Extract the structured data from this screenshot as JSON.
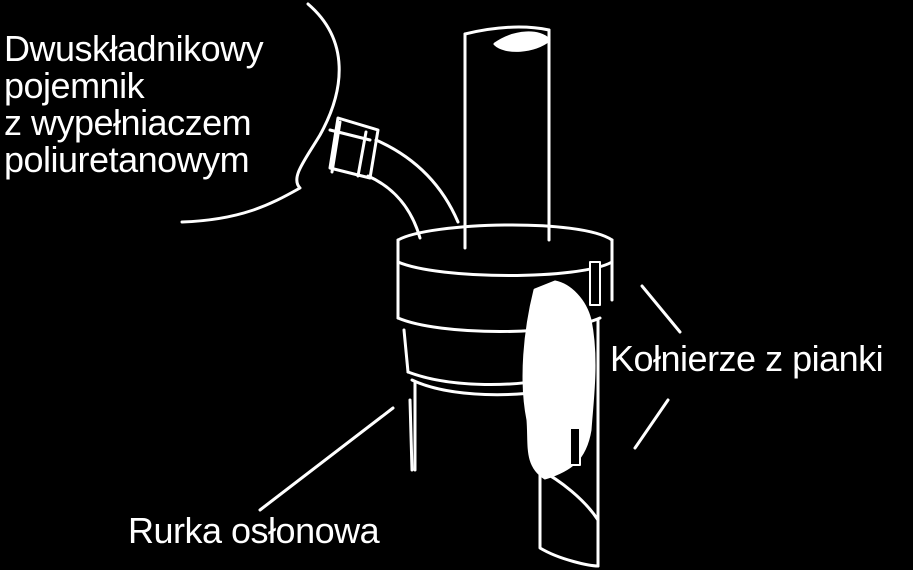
{
  "diagram": {
    "labels": {
      "container": [
        "Dwuskładnikowy",
        "pojemnik",
        "z wypełniaczem",
        "poliuretanowym"
      ],
      "foam_collars": "Kołnierze z pianki",
      "shield_tube": "Rurka osłonowa"
    },
    "colors": {
      "background": "#000000",
      "drawing": "#ffffff"
    }
  }
}
